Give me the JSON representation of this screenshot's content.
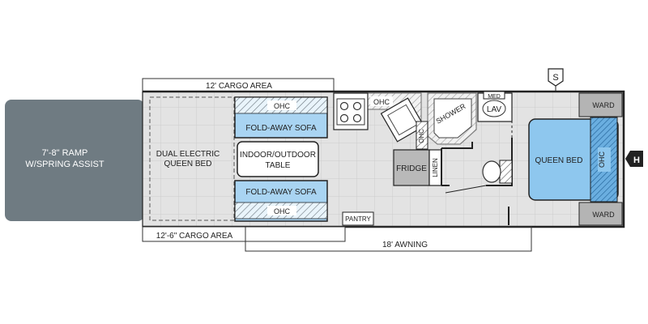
{
  "labels": {
    "cargo_top": "12' CARGO AREA",
    "cargo_bottom": "12'-6\" CARGO AREA",
    "awning": "18' AWNING",
    "ramp_line1": "7'-8\"  RAMP",
    "ramp_line2": "W/SPRING ASSIST",
    "bed_line1": "DUAL ELECTRIC",
    "bed_line2": "QUEEN BED",
    "table_line1": "INDOOR/OUTDOOR",
    "table_line2": "TABLE",
    "sofa_top": "FOLD-AWAY SOFA",
    "sofa_bottom": "FOLD-AWAY SOFA",
    "ohc": "OHC",
    "pantry": "PANTRY",
    "fridge": "FRIDGE",
    "linen": "LINEN",
    "shower": "SHOWER",
    "med": "MED",
    "lav": "LAV",
    "queen_bed": "QUEEN BED",
    "ward": "WARD",
    "s_marker": "S",
    "h_marker": "H"
  },
  "colors": {
    "floor": "#e3e3e3",
    "sofa_blue": "#a9d4f2",
    "bed_blue": "#8ec7ee",
    "ramp_gray": "#6f7b82",
    "ward_gray": "#b4b4b4",
    "fridge_gray": "#b9b9b9",
    "wall": "#222222"
  }
}
